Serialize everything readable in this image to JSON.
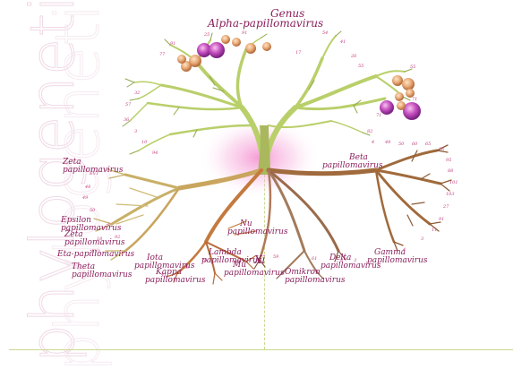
{
  "watermark": "phylogenetics",
  "labels": {
    "genus": "Genus",
    "alpha": "Alpha-papillomavirus",
    "zeta_a": "Zeta",
    "zeta_b": "papillomavirus",
    "beta_a": "Beta",
    "beta_b": "papillomavirus",
    "epsilon_a": "Epsilon",
    "epsilon_b": "papillomavirus",
    "zeta2_a": "Zeta",
    "zeta2_b": "papillomavirus",
    "eta": "Eta-papillomavirus",
    "theta_a": "Theta",
    "theta_b": "papillomavirus",
    "iota_a": "Iota",
    "iota_b": "papillomavirus",
    "kappa_a": "Kappa",
    "kappa_b": "papillomavirus",
    "lambda_a": "Lambda",
    "lambda_b": "papillomavirus",
    "mu_a": "Mu",
    "mu_b": "papillomavirus",
    "nu_a": "Nu",
    "nu_b": "papillomavirus",
    "xi": "Xi",
    "delta_a": "Delta",
    "delta_b": "papillomavirus",
    "omikron_a": "Omikron",
    "omikron_b": "papillomavirus",
    "gamma_a": "Gamma",
    "gamma_b": "papillomavirus"
  },
  "colors": {
    "magenta": "#8a1f5c",
    "trunk": "#a9b85c",
    "branch_green": "#b9cf6a",
    "branch_brown": "#a06a3c",
    "branch_orange": "#c47a3e",
    "glow": "#f27ac8",
    "guide": "#c9d98f"
  }
}
